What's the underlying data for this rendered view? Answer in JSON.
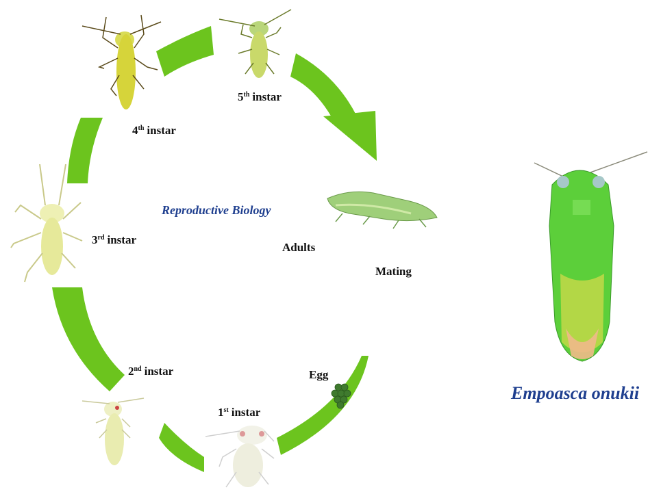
{
  "diagram": {
    "title": "Reproductive Biology",
    "species": "Empoasca onukii",
    "stages": {
      "instar5": {
        "num": "5",
        "suffix": "th",
        "word": "instar"
      },
      "instar4": {
        "num": "4",
        "suffix": "th",
        "word": "instar"
      },
      "instar3": {
        "num": "3",
        "suffix": "rd",
        "word": "instar"
      },
      "instar2": {
        "num": "2",
        "suffix": "nd",
        "word": "instar"
      },
      "instar1": {
        "num": "1",
        "suffix": "st",
        "word": "instar"
      },
      "egg": "Egg",
      "adults": "Adults",
      "mating": "Mating"
    },
    "colors": {
      "arrow": "#6cc41e",
      "title": "#1f3f8f",
      "nymph": "#d9dc57",
      "adult": "#3fc63a"
    }
  }
}
